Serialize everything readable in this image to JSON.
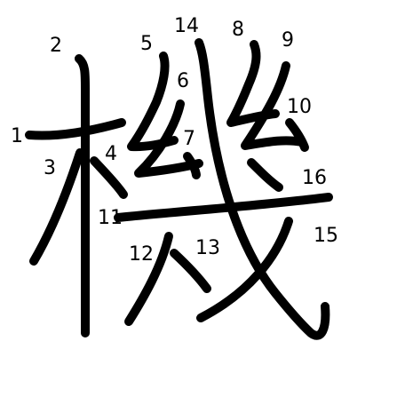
{
  "character": "機",
  "stroke_color": "#000000",
  "background_color": "#ffffff",
  "stroke_numbers": [
    "1",
    "2",
    "3",
    "4",
    "5",
    "6",
    "7",
    "8",
    "9",
    "10",
    "11",
    "12",
    "13",
    "14",
    "15",
    "16"
  ]
}
